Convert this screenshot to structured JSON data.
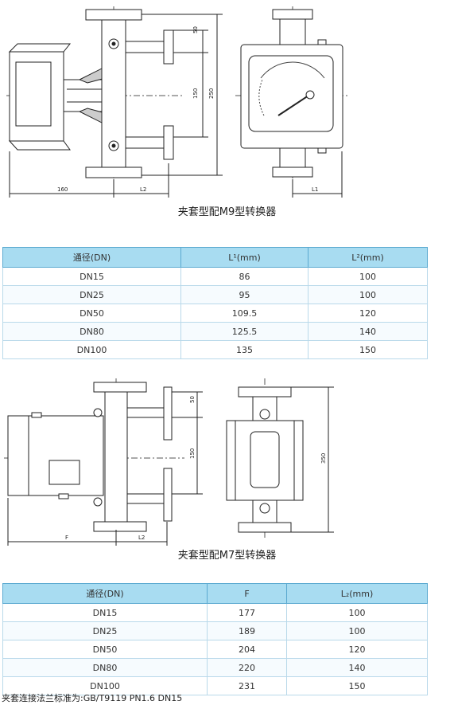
{
  "drawing1": {
    "dims": {
      "d50": "50",
      "d150": "150",
      "d250": "250",
      "d160": "160",
      "l2": "L2",
      "l1": "L1"
    }
  },
  "caption1": "夹套型配M9型转换器",
  "table1": {
    "headers": [
      "通径(DN)",
      "L¹(mm)",
      "L²(mm)"
    ],
    "rows": [
      [
        "DN15",
        "86",
        "100"
      ],
      [
        "DN25",
        "95",
        "100"
      ],
      [
        "DN50",
        "109.5",
        "120"
      ],
      [
        "DN80",
        "125.5",
        "140"
      ],
      [
        "DN100",
        "135",
        "150"
      ]
    ]
  },
  "drawing2": {
    "dims": {
      "d50": "50",
      "d150": "150",
      "d350": "350",
      "f": "F",
      "l2": "L2"
    }
  },
  "caption2": "夹套型配M7型转换器",
  "table2": {
    "headers": [
      "通径(DN)",
      "F",
      "L₂(mm)"
    ],
    "rows": [
      [
        "DN15",
        "177",
        "100"
      ],
      [
        "DN25",
        "189",
        "100"
      ],
      [
        "DN50",
        "204",
        "120"
      ],
      [
        "DN80",
        "220",
        "140"
      ],
      [
        "DN100",
        "231",
        "150"
      ]
    ]
  },
  "note": "夹套连接法兰标准为:GB/T9119 PN1.6 DN15"
}
